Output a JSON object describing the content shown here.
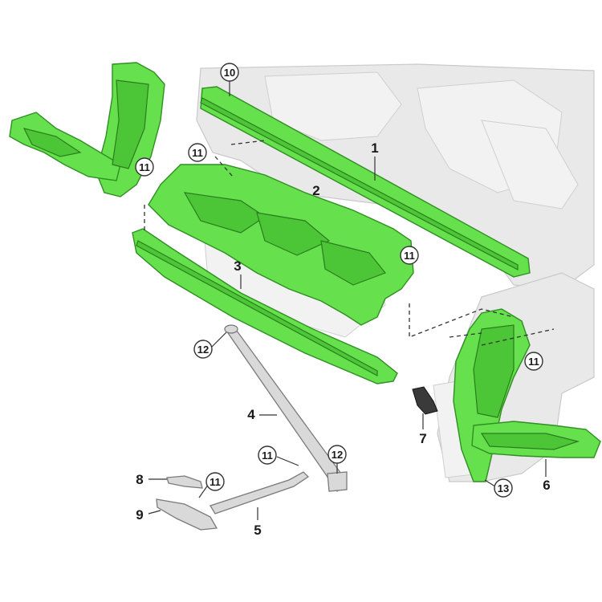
{
  "callouts": {
    "c1": "1",
    "c2": "2",
    "c3": "3",
    "c4": "4",
    "c5": "5",
    "c6": "6",
    "c7": "7",
    "c8": "8",
    "c9": "9",
    "c10": "10",
    "c11": "11",
    "c12": "12",
    "c13": "13"
  },
  "colors": {
    "highlight_parts": "#66e04d",
    "highlighted_callout_2": "#f3e07a",
    "background_body": "#e9e9e9"
  }
}
